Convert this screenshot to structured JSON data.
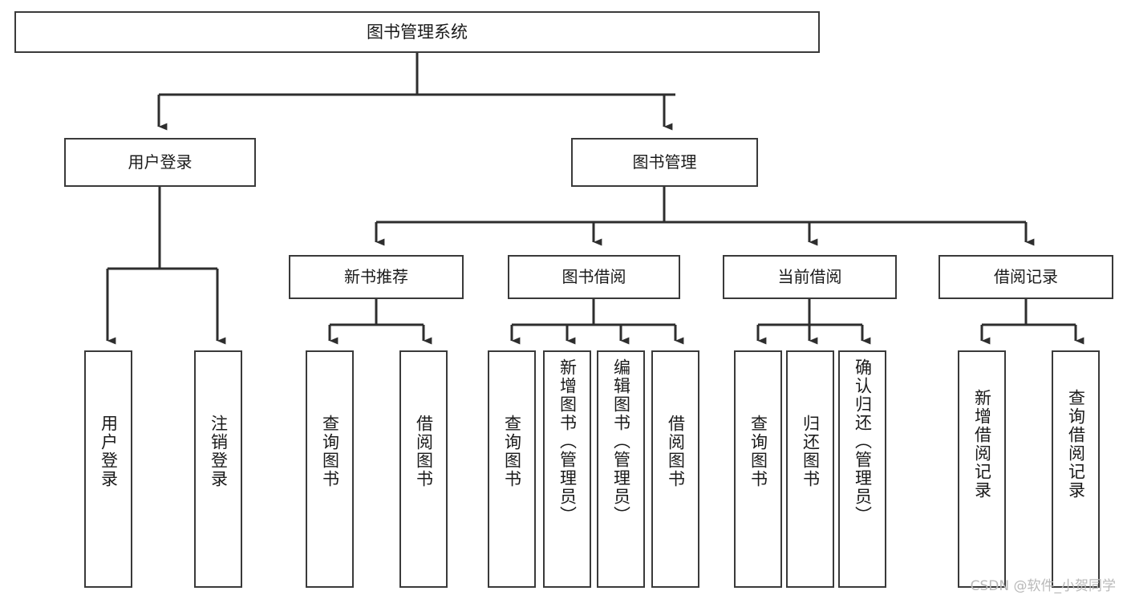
{
  "diagram": {
    "title": "图书管理系统",
    "root": {
      "label": "图书管理系统"
    },
    "tier1": [
      {
        "label": "用户登录"
      },
      {
        "label": "图书管理"
      }
    ],
    "tier2": [
      {
        "label": "新书推荐"
      },
      {
        "label": "图书借阅"
      },
      {
        "label": "当前借阅"
      },
      {
        "label": "借阅记录"
      }
    ],
    "leaves": {
      "user_login": [
        {
          "label": "用户登录"
        },
        {
          "label": "注销登录"
        }
      ],
      "new_book_recommend": [
        {
          "label": "查询图书"
        },
        {
          "label": "借阅图书"
        }
      ],
      "book_borrow": [
        {
          "label": "查询图书"
        },
        {
          "label": "新增图书（管理员）"
        },
        {
          "label": "编辑图书（管理员）"
        },
        {
          "label": "借阅图书"
        }
      ],
      "current_borrow": [
        {
          "label": "查询图书"
        },
        {
          "label": "归还图书"
        },
        {
          "label": "确认归还（管理员）"
        }
      ],
      "borrow_record": [
        {
          "label": "新增借阅记录"
        },
        {
          "label": "查询借阅记录"
        }
      ]
    }
  },
  "watermark": {
    "text": "CSDN @软件_小贺同学"
  },
  "colors": {
    "background": "#ffffff",
    "box_border": "#3a3a3a",
    "connector": "#2e2e2e",
    "text": "#1a1a1a",
    "watermark": "#b9b9b9"
  }
}
